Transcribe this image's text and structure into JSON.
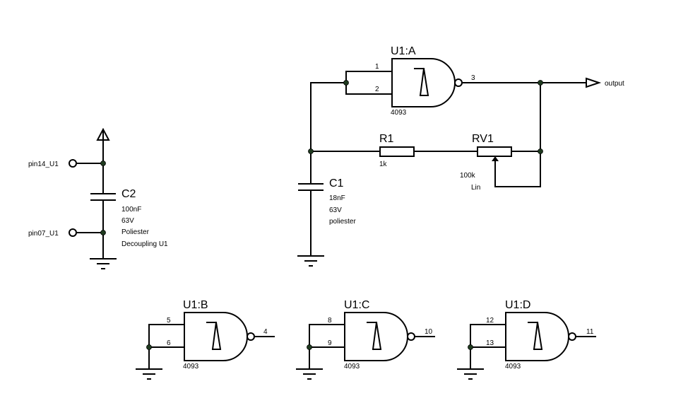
{
  "gates": {
    "a": {
      "ref": "U1:A",
      "part": "4093",
      "pins": [
        "1",
        "2",
        "3"
      ]
    },
    "b": {
      "ref": "U1:B",
      "part": "4093",
      "pins": [
        "5",
        "6",
        "4"
      ]
    },
    "c": {
      "ref": "U1:C",
      "part": "4093",
      "pins": [
        "8",
        "9",
        "10"
      ]
    },
    "d": {
      "ref": "U1:D",
      "part": "4093",
      "pins": [
        "12",
        "13",
        "11"
      ]
    }
  },
  "terminals": {
    "output": "output",
    "pin14": "pin14_U1",
    "pin07": "pin07_U1"
  },
  "r1": {
    "ref": "R1",
    "value": "1k"
  },
  "rv1": {
    "ref": "RV1",
    "value": "100k",
    "taper": "Lin"
  },
  "c1": {
    "ref": "C1",
    "lines": [
      "18nF",
      "63V",
      "poliester"
    ]
  },
  "c2": {
    "ref": "C2",
    "lines": [
      "100nF",
      "63V",
      "Poliester",
      "Decoupling U1"
    ]
  }
}
